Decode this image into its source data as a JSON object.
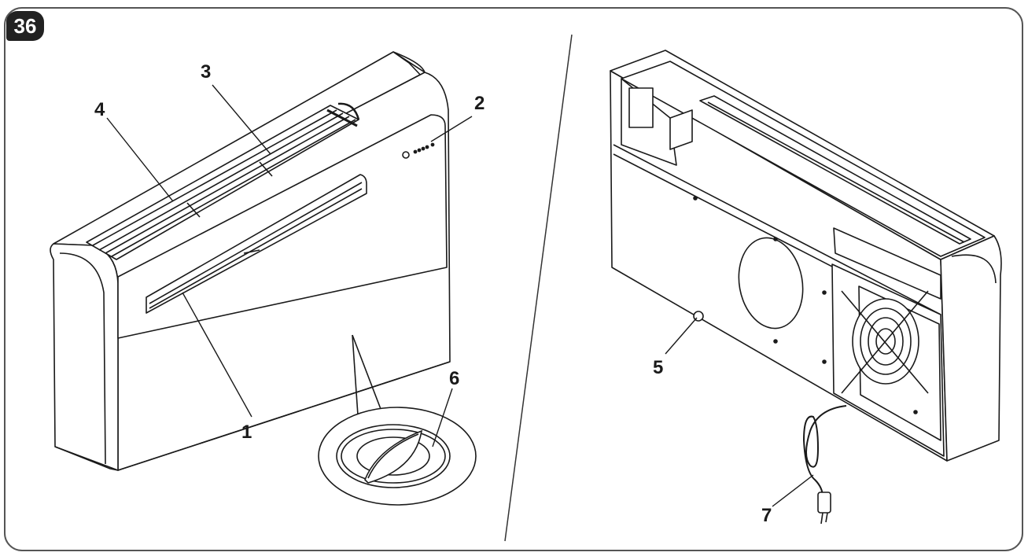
{
  "figure": {
    "number": "36"
  },
  "callouts": {
    "c1": "1",
    "c2": "2",
    "c3": "3",
    "c4": "4",
    "c5": "5",
    "c6": "6",
    "c7": "7"
  },
  "colors": {
    "stroke": "#1a1a1a",
    "frame": "#555555",
    "badge": "#222222",
    "background": "#ffffff"
  }
}
